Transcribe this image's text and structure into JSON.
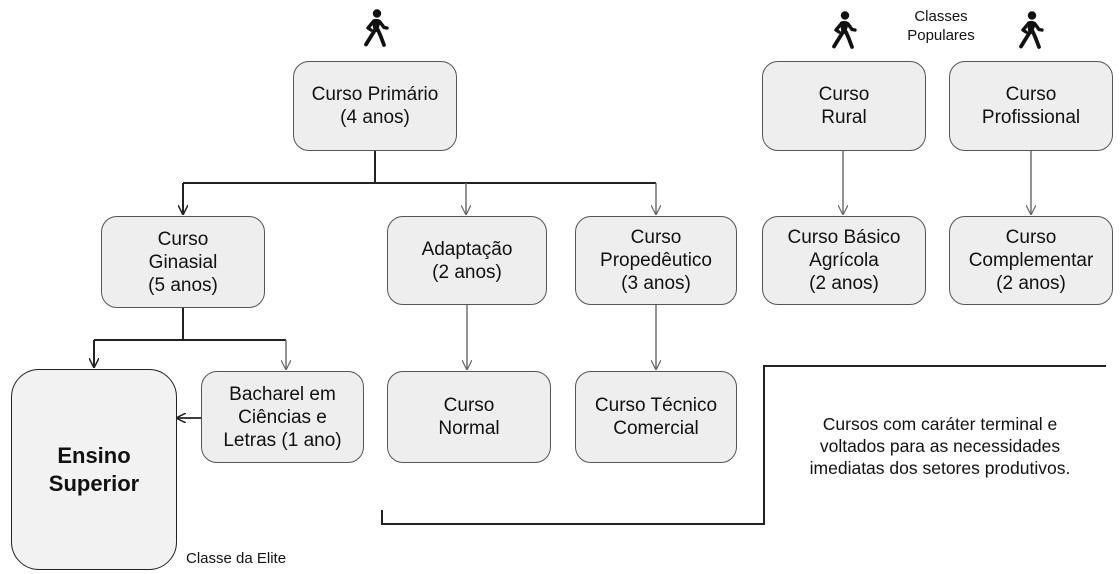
{
  "boxes": {
    "primario": {
      "line1": "Curso Primário",
      "line2": "(4 anos)"
    },
    "ginasial": {
      "line1": "Curso",
      "line2": "Ginasial",
      "line3": "(5 anos)"
    },
    "adaptacao": {
      "line1": "Adaptação",
      "line2": "(2 anos)"
    },
    "propedeutico": {
      "line1": "Curso",
      "line2": "Propedêutico",
      "line3": "(3 anos)"
    },
    "rural": {
      "line1": "Curso",
      "line2": "Rural"
    },
    "profissional": {
      "line1": "Curso",
      "line2": "Profissional"
    },
    "agricola": {
      "line1": "Curso Básico",
      "line2": "Agrícola",
      "line3": "(2 anos)"
    },
    "complementar": {
      "line1": "Curso",
      "line2": "Complementar",
      "line3": "(2 anos)"
    },
    "superior": {
      "line1": "Ensino",
      "line2": "Superior"
    },
    "bacharel": {
      "line1": "Bacharel em",
      "line2": "Ciências e",
      "line3": "Letras (1 ano)"
    },
    "normal": {
      "line1": "Curso",
      "line2": "Normal"
    },
    "tecnico": {
      "line1": "Curso Técnico",
      "line2": "Comercial"
    }
  },
  "labels": {
    "classes_populares": {
      "line1": "Classes",
      "line2": "Populares"
    },
    "classe_elite": "Classe da Elite",
    "terminal_note": {
      "line1": "Cursos com caráter terminal e",
      "line2": "voltados para as necessidades",
      "line3": "imediatas dos setores produtivos."
    }
  },
  "icons": [
    "person-walking-icon",
    "person-walking-icon",
    "person-walking-icon"
  ],
  "colors": {
    "box_fill": "#eeeeee",
    "box_border": "#555555",
    "line": "#222222",
    "connector": "#666666"
  }
}
